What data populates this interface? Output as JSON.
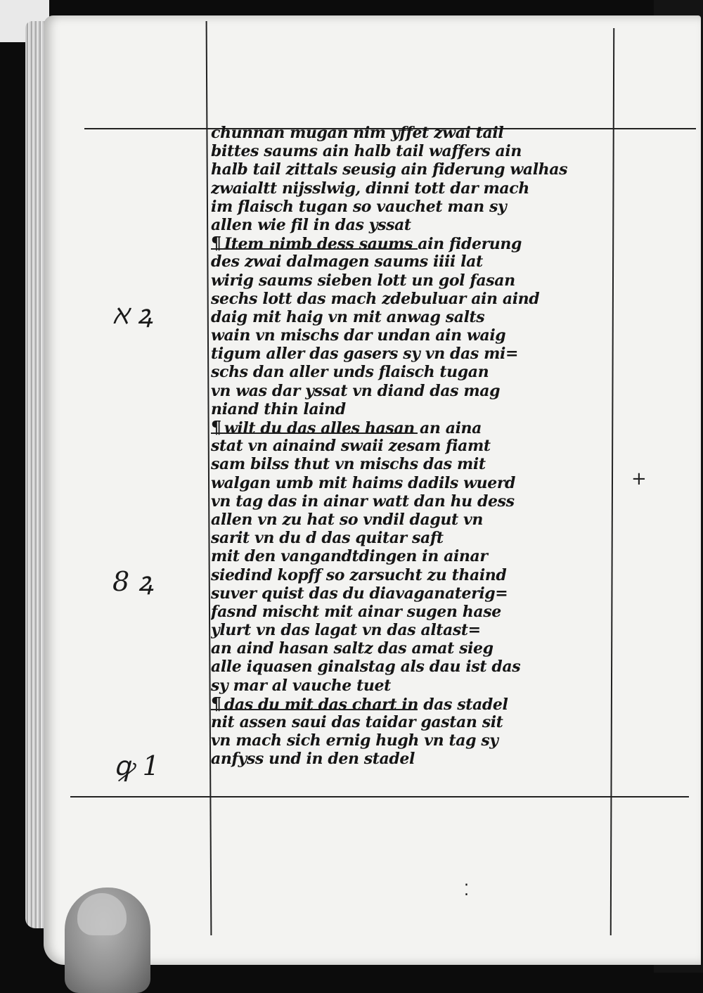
{
  "manuscript": {
    "paragraphs": [
      {
        "lines": [
          "chunnan mugan nim yffet zwai tail",
          "bittes saums ain halb tail waffers ain",
          "halb tail zittals seusig ain fiderung walhas",
          "zwaialtt nijsslwig, dinni tott dar mach",
          "im flaisch tugan so vauchet man sy",
          "allen wie fil in das yssat"
        ]
      },
      {
        "lines": [
          "Item nimb dess saums ain fiderung",
          "des zwai dalmagen saums iiii lat",
          "wirig saums sieben lott un gol fasan",
          "sechs lott das mach zdebuluar ain aind",
          "daig mit haig vn mit anwag salts",
          "wain vn mischs dar undan ain waig",
          "tigum aller das gasers sy vn das mi=",
          "schs dan aller unds flaisch tugan",
          "vn was dar yssat vn diand das mag",
          "niand thin laind"
        ]
      },
      {
        "lines": [
          "wilt du das alles hasan an aina",
          "stat vn ainaind swaii zesam fiamt",
          "sam bilss thut vn mischs das mit",
          "walgan umb mit haims dadils wuerd",
          "vn tag das in ainar watt dan hu dess",
          "allen vn zu hat so vndil dagut vn",
          "sarit vn du d das quitar saft",
          "mit den vangandtdingen in ainar",
          "siedind kopff so zarsucht zu thaind",
          "suver quist das du diavaganaterig=",
          "fasnd mischt mit ainar sugen hase",
          "ylurt vn das lagat vn das altast=",
          "an aind hasan saltz das amat sieg",
          "alle iquasen ginalstag als dau ist das",
          "sy mar al vauche tuet"
        ]
      },
      {
        "lines": [
          "das du mit das chart in das stadel",
          "nit assen saui das taidar gastan sit",
          "vn mach sich ernig hugh vn tag sy",
          "anfyss und in den stadel"
        ]
      }
    ]
  },
  "margin_notes": {
    "note1": "ℵ ꝝ",
    "note2": "8 ꝝ",
    "note3": "ꝙ 1",
    "plus": "+",
    "dots": "⁚"
  }
}
